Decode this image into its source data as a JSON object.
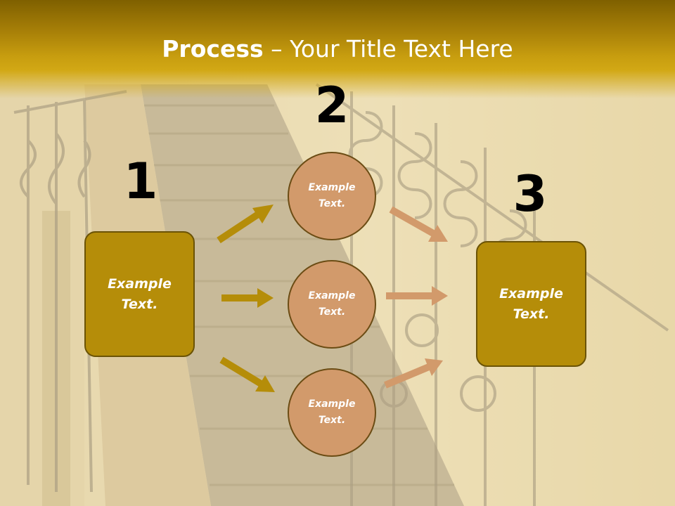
{
  "slide": {
    "title_bold": "Process",
    "title_rest": " – Your Title Text Here"
  },
  "steps": {
    "step1": {
      "number": "1",
      "text_line1": "Example",
      "text_line2": "Text."
    },
    "step2": {
      "number": "2",
      "items": [
        {
          "line1": "Example",
          "line2": "Text."
        },
        {
          "line1": "Example",
          "line2": "Text."
        },
        {
          "line1": "Example",
          "line2": "Text."
        }
      ]
    },
    "step3": {
      "number": "3",
      "text_line1": "Example",
      "text_line2": "Text."
    }
  },
  "colors": {
    "title_band": "#c79d0f",
    "box_fill": "#b58d09",
    "box_border": "#6b5305",
    "circle_fill": "#d29a6b",
    "arrow_gold": "#b58d09",
    "arrow_tan": "#d29a6b"
  }
}
